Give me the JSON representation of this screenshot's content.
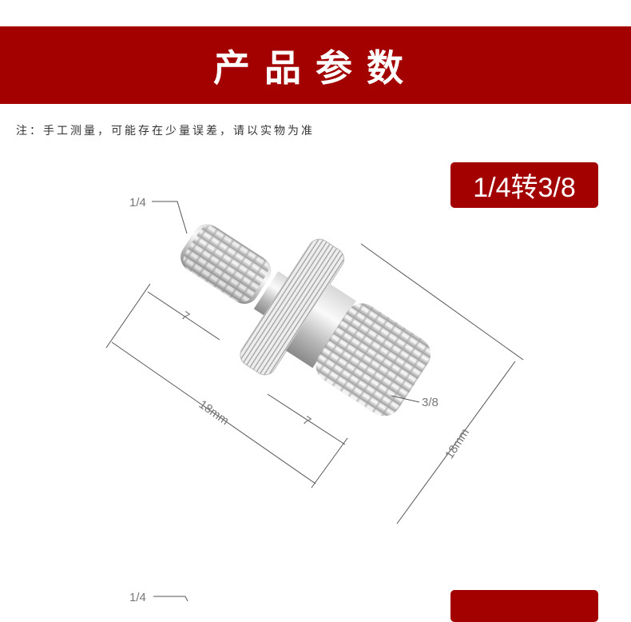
{
  "header": {
    "title": "产品参数"
  },
  "note": "注：手工测量，可能存在少量误差，请以实物为准",
  "spec": {
    "model": "1/4转3/8",
    "small_thread": "1/4",
    "large_thread": "3/8",
    "length_left": "18mm",
    "length_right": "18mm",
    "seg1": "7",
    "seg2": "7"
  },
  "next": {
    "small_thread": "1/4"
  }
}
